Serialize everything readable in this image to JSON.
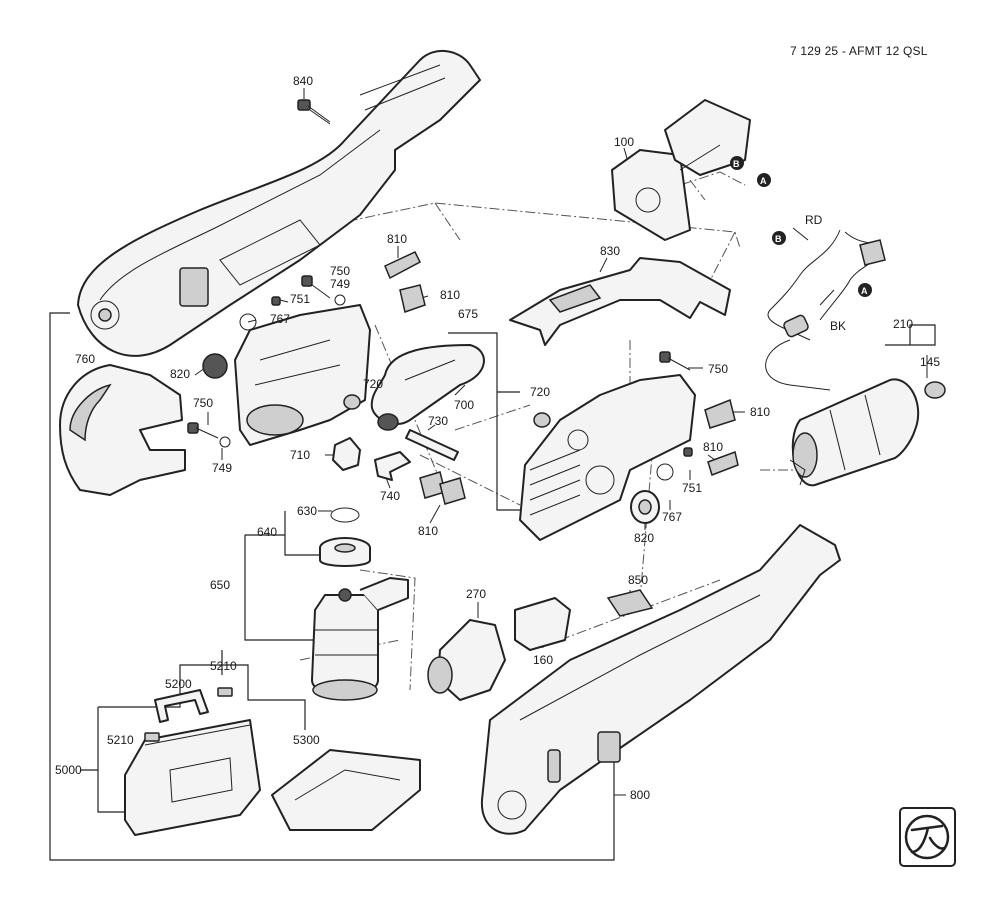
{
  "doc_title": "7 129 25 - AFMT 12 QSL",
  "brand_logo": "fein-logo",
  "callouts": [
    {
      "id": "c840",
      "label": "840"
    },
    {
      "id": "c100",
      "label": "100"
    },
    {
      "id": "cB1",
      "label": "B"
    },
    {
      "id": "cA1",
      "label": "A"
    },
    {
      "id": "c810a",
      "label": "810"
    },
    {
      "id": "c830",
      "label": "830"
    },
    {
      "id": "cRD",
      "label": "RD"
    },
    {
      "id": "cB2",
      "label": "B"
    },
    {
      "id": "c750a",
      "label": "750"
    },
    {
      "id": "c749a",
      "label": "749"
    },
    {
      "id": "c751a",
      "label": "751"
    },
    {
      "id": "c810b",
      "label": "810"
    },
    {
      "id": "cA2",
      "label": "A"
    },
    {
      "id": "cBK",
      "label": "BK"
    },
    {
      "id": "c767a",
      "label": "767"
    },
    {
      "id": "c675",
      "label": "675"
    },
    {
      "id": "c210",
      "label": "210"
    },
    {
      "id": "c760",
      "label": "760"
    },
    {
      "id": "c820a",
      "label": "820"
    },
    {
      "id": "c720a",
      "label": "720"
    },
    {
      "id": "c750b",
      "label": "750"
    },
    {
      "id": "c145",
      "label": "145"
    },
    {
      "id": "c720b",
      "label": "720"
    },
    {
      "id": "c700",
      "label": "700"
    },
    {
      "id": "c750c",
      "label": "750"
    },
    {
      "id": "c810c",
      "label": "810"
    },
    {
      "id": "c730",
      "label": "730"
    },
    {
      "id": "c810d",
      "label": "810"
    },
    {
      "id": "c710",
      "label": "710"
    },
    {
      "id": "c749b",
      "label": "749"
    },
    {
      "id": "c751b",
      "label": "751"
    },
    {
      "id": "c740",
      "label": "740"
    },
    {
      "id": "c767b",
      "label": "767"
    },
    {
      "id": "c630",
      "label": "630"
    },
    {
      "id": "c810e",
      "label": "810"
    },
    {
      "id": "c640",
      "label": "640"
    },
    {
      "id": "c820b",
      "label": "820"
    },
    {
      "id": "c650",
      "label": "650"
    },
    {
      "id": "c270",
      "label": "270"
    },
    {
      "id": "c850",
      "label": "850"
    },
    {
      "id": "c160",
      "label": "160"
    },
    {
      "id": "c5210a",
      "label": "5210"
    },
    {
      "id": "c5200",
      "label": "5200"
    },
    {
      "id": "c5210b",
      "label": "5210"
    },
    {
      "id": "c5300",
      "label": "5300"
    },
    {
      "id": "c5000",
      "label": "5000"
    },
    {
      "id": "c800",
      "label": "800"
    }
  ]
}
